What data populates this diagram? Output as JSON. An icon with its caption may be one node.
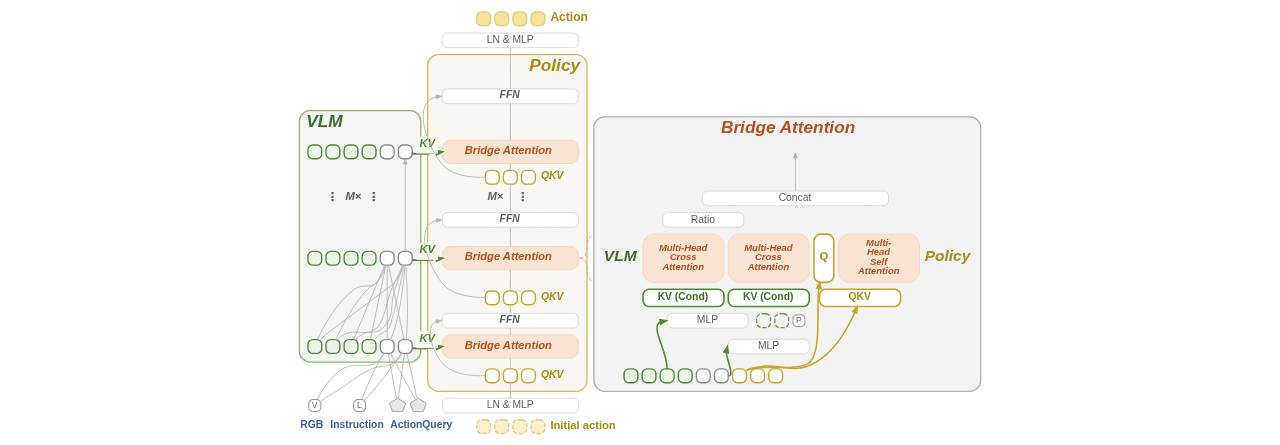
{
  "diagram": {
    "nodes": [
      {
        "text": [
          "VLM"
        ]
      },
      {
        "text": [],
        "shape": "box",
        "in": 0
      },
      {
        "text": [],
        "shape": "box",
        "in": 0
      },
      {
        "text": [],
        "shape": "box",
        "in": 0
      },
      {
        "text": [],
        "shape": "box",
        "in": 0
      },
      {
        "text": [],
        "shape": "box",
        "in": 0
      },
      {
        "text": [],
        "shape": "box",
        "in": 0
      },
      {
        "text": [],
        "shape": "box",
        "in": 0
      },
      {
        "text": [],
        "shape": "box",
        "in": 0
      },
      {
        "text": [],
        "shape": "box",
        "in": 0
      },
      {
        "text": [],
        "shape": "box",
        "in": 0
      },
      {
        "text": [],
        "shape": "box",
        "in": 0
      },
      {
        "text": [],
        "shape": "box",
        "in": 0
      },
      {
        "text": [],
        "shape": "box",
        "in": 0
      },
      {
        "text": [],
        "shape": "box",
        "in": 0
      },
      {
        "text": [],
        "shape": "box",
        "in": 0
      },
      {
        "text": [],
        "shape": "box",
        "in": 0
      },
      {
        "text": [],
        "shape": "box",
        "in": 0
      },
      {
        "text": [],
        "shape": "box",
        "in": 0
      },
      {
        "text": [
          "V"
        ],
        "beside": [
          "RGB"
        ]
      },
      {
        "text": [
          "L"
        ],
        "beside": [
          "Instruction"
        ]
      },
      {
        "text": [],
        "shape": "pentagon"
      },
      {
        "text": [],
        "shape": "pentagon"
      },
      {
        "text": [],
        "shape": "box"
      },
      {
        "text": [],
        "shape": "box"
      },
      {
        "text": [],
        "shape": "box"
      },
      {
        "text": [],
        "shape": "box"
      },
      {
        "text": [
          "LN & MLP"
        ]
      },
      {
        "text": [
          "Policy"
        ]
      },
      {
        "text": [
          "FFN"
        ],
        "in": 28
      },
      {
        "text": [
          "Bridge Attention"
        ],
        "in": 28
      },
      {
        "text": [],
        "shape": "box",
        "in": 28
      },
      {
        "text": [],
        "shape": "box",
        "in": 28
      },
      {
        "text": [],
        "shape": "box",
        "in": 28
      },
      {
        "text": [
          "FFN"
        ],
        "in": 28
      },
      {
        "text": [
          "Bridge Attention"
        ],
        "in": 28
      },
      {
        "text": [],
        "shape": "box",
        "in": 28
      },
      {
        "text": [],
        "shape": "box",
        "in": 28
      },
      {
        "text": [],
        "shape": "box",
        "in": 28
      },
      {
        "text": [
          "FFN"
        ],
        "in": 28
      },
      {
        "text": [
          "Bridge Attention"
        ],
        "in": 28
      },
      {
        "text": [],
        "shape": "box",
        "in": 28
      },
      {
        "text": [],
        "shape": "box",
        "in": 28
      },
      {
        "text": [],
        "shape": "box",
        "in": 28
      },
      {
        "text": [
          "LN & MLP"
        ]
      },
      {
        "text": [],
        "shape": "box"
      },
      {
        "text": [],
        "shape": "box"
      },
      {
        "text": [],
        "shape": "box"
      },
      {
        "text": [],
        "shape": "box"
      },
      {
        "text": [
          "Bridge Attention"
        ]
      },
      {
        "text": [
          "Concat"
        ],
        "in": 49
      },
      {
        "text": [
          "Ratio"
        ],
        "in": 49
      },
      {
        "text": [
          "Multi-Head Cross Attention"
        ],
        "in": 49
      },
      {
        "text": [
          "Multi-Head Cross Attention"
        ],
        "in": 49
      },
      {
        "text": [
          "Q"
        ],
        "in": 49
      },
      {
        "text": [
          "Multi-Head Self Attention"
        ],
        "in": 49
      },
      {
        "text": [
          "KV (Cond)"
        ],
        "in": 49
      },
      {
        "text": [
          "KV (Cond)"
        ],
        "in": 49
      },
      {
        "text": [
          "QKV"
        ],
        "in": 49
      },
      {
        "text": [
          "MLP"
        ],
        "in": 49
      },
      {
        "text": [],
        "shape": "box",
        "in": 49
      },
      {
        "text": [],
        "shape": "box",
        "in": 49
      },
      {
        "text": [
          "P"
        ],
        "in": 49
      },
      {
        "text": [],
        "shape": "box",
        "in": 49
      },
      {
        "text": [],
        "shape": "box",
        "in": 49
      },
      {
        "text": [],
        "shape": "box",
        "in": 49
      },
      {
        "text": [],
        "shape": "box",
        "in": 49
      },
      {
        "text": [],
        "shape": "box",
        "in": 49
      },
      {
        "text": [],
        "shape": "box",
        "in": 49
      },
      {
        "text": [
          "MLP"
        ],
        "in": 49
      },
      {
        "text": [],
        "shape": "box",
        "in": 49
      },
      {
        "text": [],
        "shape": "box",
        "in": 49
      },
      {
        "text": [],
        "shape": "box",
        "in": 49
      }
    ],
    "edges": [
      {
        "from": 19,
        "to": 17,
        "arrow": "none"
      },
      {
        "from": 19,
        "to": 18,
        "arrow": "none"
      },
      {
        "from": 20,
        "to": 17,
        "arrow": "none"
      },
      {
        "from": 20,
        "to": 18,
        "arrow": "none"
      },
      {
        "from": 21,
        "to": 17,
        "arrow": "none"
      },
      {
        "from": 21,
        "to": 18,
        "arrow": "none"
      },
      {
        "from": 22,
        "to": 17,
        "arrow": "none"
      },
      {
        "from": 22,
        "to": 18,
        "arrow": "none"
      },
      {
        "from": 13,
        "to": 11,
        "arrow": "none"
      },
      {
        "from": 13,
        "to": 12,
        "arrow": "none"
      },
      {
        "from": 14,
        "to": 11,
        "arrow": "none"
      },
      {
        "from": 14,
        "to": 12,
        "arrow": "none"
      },
      {
        "from": 15,
        "to": 11,
        "arrow": "none"
      },
      {
        "from": 15,
        "to": 12,
        "arrow": "none"
      },
      {
        "from": 16,
        "to": 11,
        "arrow": "none"
      },
      {
        "from": 16,
        "to": 12,
        "arrow": "none"
      },
      {
        "from": 17,
        "to": 11,
        "arrow": "none"
      },
      {
        "from": 17,
        "to": 12,
        "arrow": "none"
      },
      {
        "from": 18,
        "to": 11,
        "arrow": "none"
      },
      {
        "from": 18,
        "to": 12,
        "arrow": "none"
      },
      {
        "from": 12,
        "to": 6,
        "arrow": "to"
      },
      {
        "from": 0,
        "to": 30,
        "arrow": "to",
        "label": "KV",
        "color": "#4e8a32"
      },
      {
        "from": 0,
        "to": 35,
        "arrow": "to",
        "label": "KV",
        "color": "#4e8a32"
      },
      {
        "from": 0,
        "to": 40,
        "arrow": "to",
        "label": "KV",
        "color": "#4e8a32"
      },
      {
        "from": 31,
        "to": 29,
        "arrow": "to"
      },
      {
        "from": 32,
        "to": 30,
        "arrow": "none"
      },
      {
        "from": 30,
        "to": 29,
        "arrow": "none"
      },
      {
        "from": 34,
        "to": 32,
        "arrow": "none"
      },
      {
        "from": 36,
        "to": 34,
        "arrow": "to"
      },
      {
        "from": 37,
        "to": 35,
        "arrow": "none"
      },
      {
        "from": 35,
        "to": 34,
        "arrow": "none"
      },
      {
        "from": 39,
        "to": 37,
        "arrow": "none"
      },
      {
        "from": 41,
        "to": 39,
        "arrow": "to"
      },
      {
        "from": 42,
        "to": 40,
        "arrow": "none"
      },
      {
        "from": 40,
        "to": 39,
        "arrow": "none"
      },
      {
        "from": 44,
        "to": 42,
        "arrow": "none"
      },
      {
        "from": 29,
        "to": 27,
        "arrow": "none"
      },
      {
        "from": 35,
        "to": 49,
        "arrow": "none",
        "style": "dashed"
      },
      {
        "from": 35,
        "to": 49,
        "arrow": "none",
        "style": "dashed"
      },
      {
        "from": 50,
        "to": null,
        "arrow": "to"
      },
      {
        "from": 65,
        "to": 59,
        "arrow": "to",
        "color": "#4e8a32"
      },
      {
        "from": 68,
        "to": 69,
        "arrow": "to",
        "color": "#4e8a32"
      },
      {
        "from": 70,
        "to": 58,
        "arrow": "to",
        "color": "#c9a227"
      },
      {
        "from": 70,
        "to": 54,
        "arrow": "to",
        "color": "#c9a227"
      }
    ],
    "labels": [
      "Action",
      "QKV",
      "⋮",
      "M×",
      "⋮",
      "M×",
      "⋮",
      "VLM",
      "Policy",
      "QKV",
      "QKV",
      "ActionQuery",
      "Initial action"
    ]
  }
}
